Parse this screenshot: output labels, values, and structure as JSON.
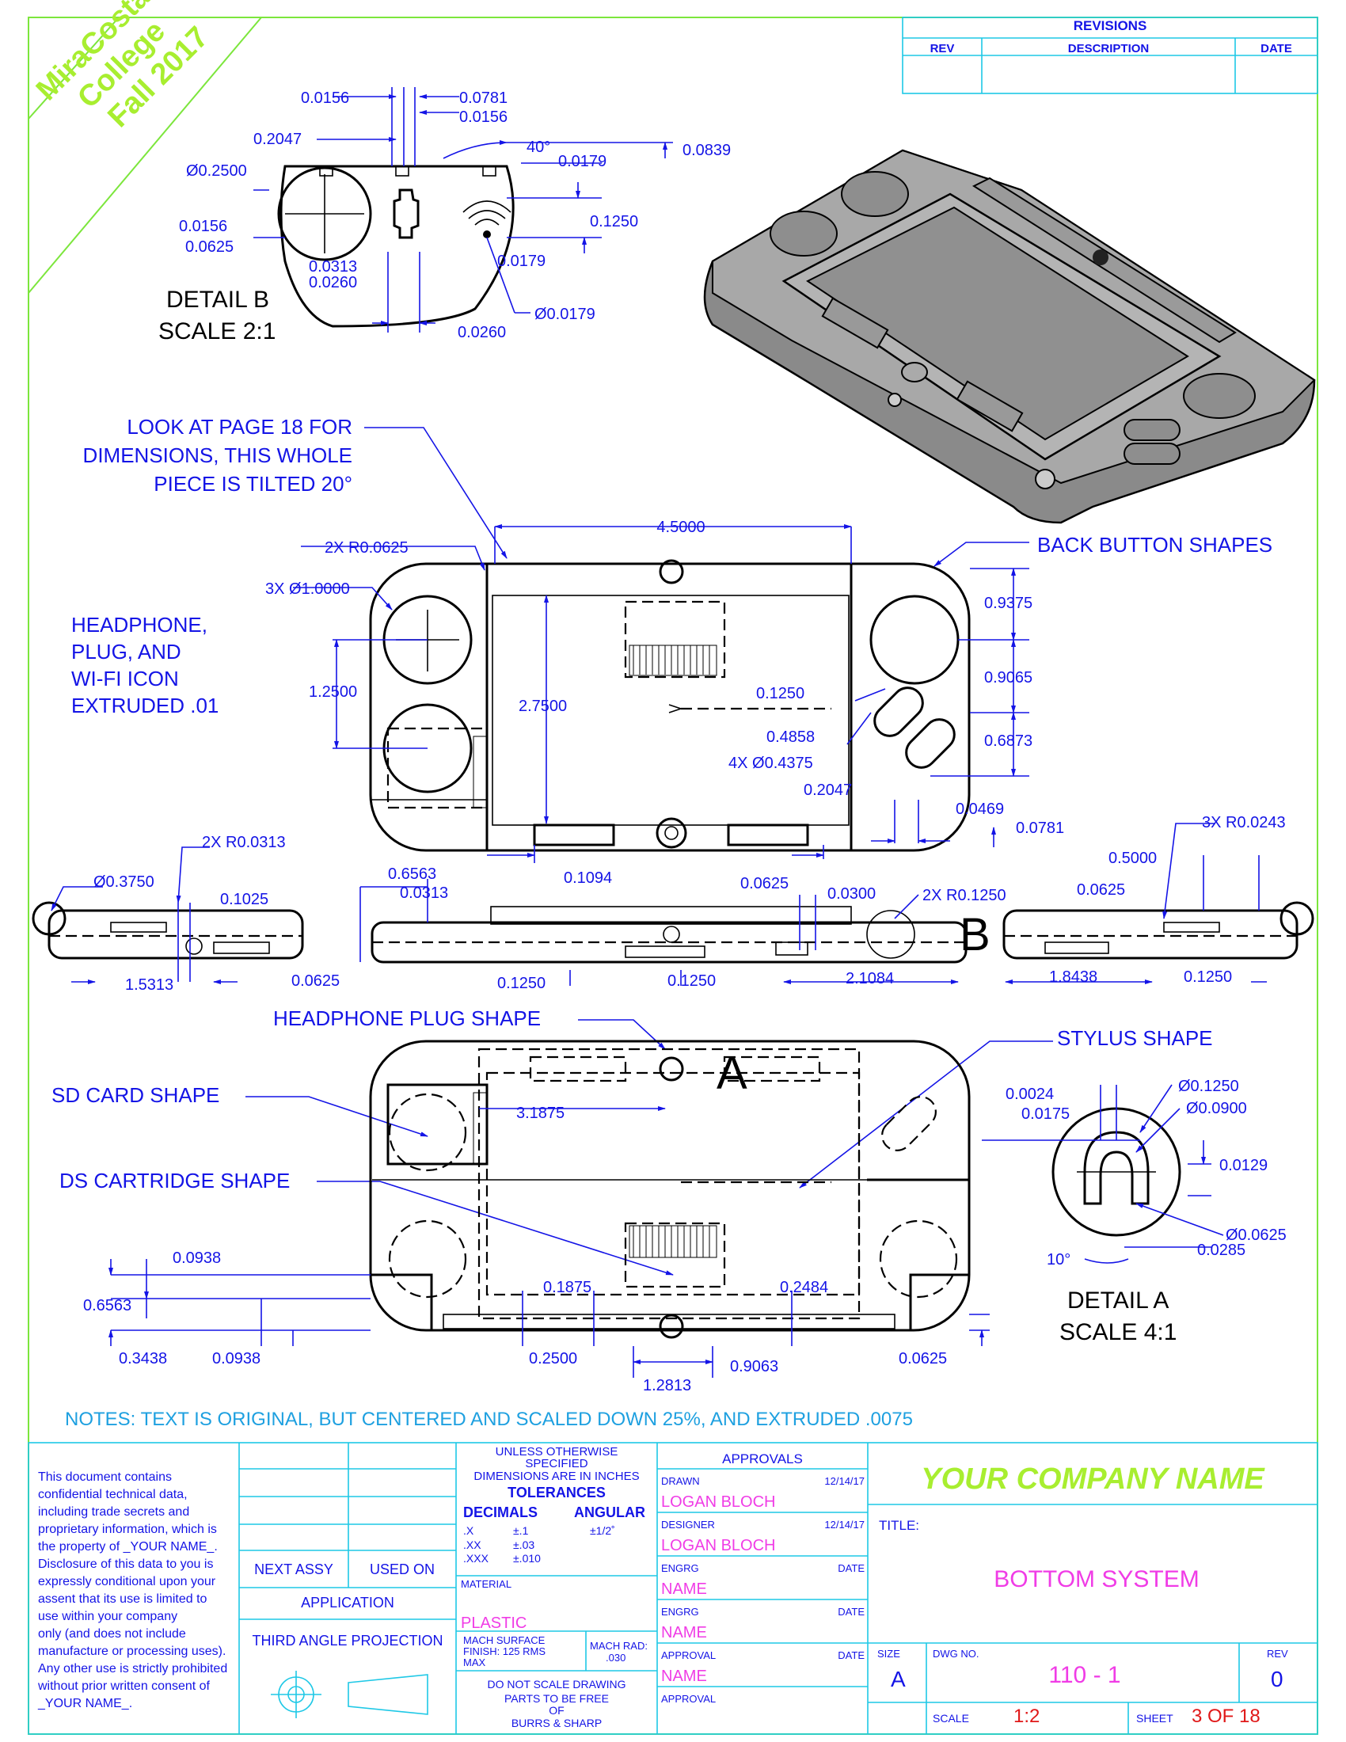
{
  "watermark": {
    "line1": "MiraCosta",
    "line2": "College",
    "line3": "Fall 2017"
  },
  "revisions": {
    "title": "REVISIONS",
    "rev": "REV",
    "description": "DESCRIPTION",
    "date": "DATE"
  },
  "detail_b": {
    "title": "DETAIL B",
    "scale": "SCALE 2:1",
    "dims": [
      "0.0156",
      "0.0781",
      "0.0156",
      "0.2047",
      "40°",
      "0.0839",
      "0.0179",
      "Ø0.2500",
      "0.1250",
      "0.0156",
      "0.0625",
      "0.0179",
      "0.0313",
      "0.0260",
      "Ø0.0179",
      "0.0260"
    ]
  },
  "callouts": {
    "look_at_page": [
      "LOOK AT PAGE 18 FOR",
      "DIMENSIONS, THIS WHOLE",
      "PIECE IS TILTED 20°"
    ],
    "back_button": "BACK BUTTON SHAPES",
    "headphone": [
      "HEADPHONE,",
      "PLUG, AND",
      "WI-FI ICON",
      "EXTRUDED .01"
    ],
    "headphone_plug": "HEADPHONE PLUG SHAPE",
    "stylus": "STYLUS SHAPE",
    "sd_card": "SD CARD SHAPE",
    "ds_cart": "DS CARTRIDGE SHAPE"
  },
  "top_view_dims": {
    "d_4_5": "4.5000",
    "r0625": "2X R0.0625",
    "dia1": "3X Ø1.0000",
    "d_1_25": "1.2500",
    "d_2_75": "2.7500",
    "d_9375": "0.9375",
    "d_9065": "0.9065",
    "d_1250": "0.1250",
    "d_4858": "0.4858",
    "d_4375": "4X Ø0.4375",
    "d_6873": "0.6873",
    "d_2047": "0.2047",
    "d_0469": "0.0469",
    "d_0781": "0.0781",
    "d_1094": "0.1094",
    "d_0625": "0.0625"
  },
  "side_dims": {
    "r0313": "2X R0.0313",
    "dia375": "Ø0.3750",
    "d_1025": "0.1025",
    "d_1_5313": "1.5313",
    "d_0625a": "0.0625",
    "d_6563": "0.6563",
    "d_0313": "0.0313",
    "d_1250a": "0.1250",
    "d_1250b": "0.1250",
    "d_0300": "0.0300",
    "r1250": "2X R0.1250",
    "d_2_1084": "2.1084",
    "r0243": "3X R0.0243",
    "d_5000": "0.5000",
    "d_0625b": "0.0625",
    "d_1_8438": "1.8438",
    "d_1250c": "0.1250",
    "label_b": "B"
  },
  "bottom_dims": {
    "label_a": "A",
    "d_3_1875": "3.1875",
    "d_0938a": "0.0938",
    "d_6563": "0.6563",
    "d_3438": "0.3438",
    "d_0938b": "0.0938",
    "d_1875": "0.1875",
    "d_2484": "0.2484",
    "d_2500": "0.2500",
    "d_9063": "0.9063",
    "d_1_2813": "1.2813",
    "d_0625": "0.0625"
  },
  "detail_a": {
    "title": "DETAIL A",
    "scale": "SCALE 4:1",
    "dims": [
      "0.0024",
      "0.0175",
      "Ø0.1250",
      "Ø0.0900",
      "0.0129",
      "Ø0.0625",
      "10°",
      "0.0285"
    ]
  },
  "notes": "NOTES: TEXT IS ORIGINAL, BUT CENTERED AND SCALED DOWN 25%, AND EXTRUDED .0075",
  "title_block": {
    "confidential": [
      "This document contains",
      "confidential technical data,",
      "including trade secrets and",
      "proprietary information, which is",
      "the property of _YOUR NAME_.",
      "Disclosure of this data to you is",
      "expressly conditional upon your",
      "assent that its use is limited to",
      "use within your company",
      "only (and does not include",
      "manufacture or processing uses).",
      "Any other use is strictly prohibited",
      "without prior written consent of",
      "_YOUR NAME_."
    ],
    "next_assy": "NEXT ASSY",
    "used_on": "USED ON",
    "application": "APPLICATION",
    "projection": "THIRD ANGLE PROJECTION",
    "unless": [
      "UNLESS OTHERWISE",
      "SPECIFIED",
      "DIMENSIONS ARE IN INCHES"
    ],
    "tolerances": "TOLERANCES",
    "decimals": "DECIMALS",
    "angular": "ANGULAR",
    "tol_x": ".X",
    "tol_x_v": "±.1",
    "tol_xx": ".XX",
    "tol_xx_v": "±.03",
    "tol_xxx": ".XXX",
    "tol_xxx_v": "±.010",
    "ang_v": "±1/2˚",
    "material": "MATERIAL",
    "material_v": "PLASTIC",
    "mach_surface": [
      "MACH SURFACE",
      "FINISH: 125 RMS",
      "MAX"
    ],
    "mach_rad": [
      "MACH RAD:",
      ".030"
    ],
    "do_not_scale": "DO NOT SCALE DRAWING",
    "parts_free": [
      "PARTS TO BE FREE",
      "OF",
      "BURRS & SHARP"
    ],
    "approvals": "APPROVALS",
    "drawn": "DRAWN",
    "drawn_date": "12/14/17",
    "drawn_name": "LOGAN BLOCH",
    "designer": "DESIGNER",
    "designer_date": "12/14/17",
    "designer_name": "LOGAN BLOCH",
    "engrg": "ENGRG",
    "date": "DATE",
    "name": "NAME",
    "approval": "APPROVAL",
    "company": "YOUR COMPANY NAME",
    "title_label": "TITLE:",
    "title_v": "BOTTOM SYSTEM",
    "size": "SIZE",
    "size_v": "A",
    "dwg_no": "DWG NO.",
    "dwg_no_v": "110 - 1",
    "rev": "REV",
    "rev_v": "0",
    "scale": "SCALE",
    "scale_v": "1:2",
    "sheet": "SHEET",
    "sheet_v": "3 OF 18"
  }
}
